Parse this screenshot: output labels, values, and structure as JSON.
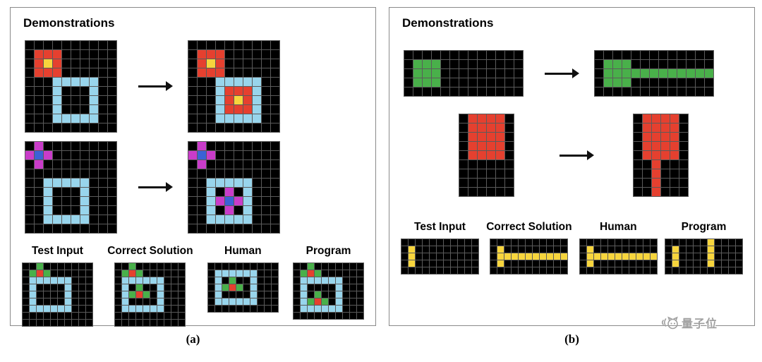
{
  "colors": {
    ".": "#000000",
    "R": "#e5402f",
    "Y": "#f7d53d",
    "B": "#98d5ec",
    "G": "#49b04a",
    "M": "#c93cc9",
    "U": "#3b62d6"
  },
  "grid_line_color": "#5b5b5b",
  "icons": {
    "arrow_right": "→"
  },
  "watermark": {
    "text": "量子位"
  },
  "panels": [
    {
      "caption": "(a)",
      "title": "Demonstrations",
      "demos": [
        {
          "input": {
            "rows": [
              "..........",
              ".RRR......",
              ".RYR......",
              ".RRR......",
              "...BBBBB..",
              "...B...B..",
              "...B...B..",
              "...B...B..",
              "...BBBBB..",
              ".........."
            ]
          },
          "output": {
            "rows": [
              "..........",
              ".RRR......",
              ".RYR......",
              ".RRR......",
              "...BBBBB..",
              "...BRRRB..",
              "...BRYRB..",
              "...BRRRB..",
              "...BBBBB..",
              ".........."
            ]
          }
        },
        {
          "input": {
            "rows": [
              ".M........",
              "MUM.......",
              ".M........",
              "..........",
              "..BBBBB...",
              "..B...B...",
              "..B...B...",
              "..B...B...",
              "..BBBBB...",
              ".........."
            ]
          },
          "output": {
            "rows": [
              ".M........",
              "MUM.......",
              ".M........",
              "..........",
              "..BBBBB...",
              "..B.M.B...",
              "..BMUMB...",
              "..B.M.B...",
              "..BBBBB...",
              ".........."
            ]
          }
        }
      ],
      "tests": [
        {
          "label": "Test Input",
          "grid": {
            "rows": [
              "..G.......",
              ".GRG......",
              ".BBBBBB...",
              ".B....B...",
              ".B....B...",
              ".B....B...",
              ".BBBBBB...",
              "..........",
              ".........."
            ]
          }
        },
        {
          "label": "Correct Solution",
          "grid": {
            "rows": [
              "..G.......",
              ".GRG......",
              ".BBBBBB...",
              ".B.G..B...",
              ".BGRG.B...",
              ".B....B...",
              ".BBBBBB...",
              "..........",
              ".........."
            ]
          }
        },
        {
          "label": "Human",
          "grid": {
            "rows": [
              "..........",
              ".BBBBBB...",
              ".B.G..B...",
              ".BGRG.B...",
              ".B....B...",
              ".BBBBBB...",
              ".........."
            ]
          }
        },
        {
          "label": "Program",
          "grid": {
            "rows": [
              "..G.......",
              ".GRG......",
              ".BBBBBB...",
              ".B....B...",
              ".B.G..B...",
              ".BGRG.B...",
              ".BBBBBB...",
              ".........."
            ]
          }
        }
      ]
    },
    {
      "caption": "(b)",
      "title": "Demonstrations",
      "demos": [
        {
          "input": {
            "rows": [
              ".............",
              ".GGG.........",
              ".GGG.........",
              ".GGG.........",
              "............."
            ]
          },
          "output": {
            "rows": [
              ".............",
              ".GGG.........",
              ".GGGGGGGGGGGG",
              ".GGG.........",
              "............."
            ]
          }
        },
        {
          "input": {
            "rows": [
              ".RRRR.",
              ".RRRR.",
              ".RRRR.",
              ".RRRR.",
              ".RRRR.",
              "......",
              "......",
              "......",
              "......"
            ]
          },
          "output": {
            "rows": [
              ".RRRR.",
              ".RRRR.",
              ".RRRR.",
              ".RRRR.",
              ".RRRR.",
              "..R...",
              "..R...",
              "..R...",
              "..R..."
            ]
          }
        }
      ],
      "tests": [
        {
          "label": "Test Input",
          "grid": {
            "rows": [
              "...........",
              ".Y.........",
              ".Y.........",
              ".Y.........",
              "..........."
            ]
          }
        },
        {
          "label": "Correct Solution",
          "grid": {
            "rows": [
              "...........",
              ".Y.........",
              ".YYYYYYYYYY",
              ".Y.........",
              "..........."
            ]
          }
        },
        {
          "label": "Human",
          "grid": {
            "rows": [
              "...........",
              ".Y.........",
              ".YYYYYYYYYY",
              ".Y.........",
              "..........."
            ]
          }
        },
        {
          "label": "Program",
          "grid": {
            "rows": [
              "......Y....",
              ".Y....Y....",
              ".Y....Y....",
              ".Y....Y....",
              "..........."
            ]
          }
        }
      ]
    }
  ]
}
